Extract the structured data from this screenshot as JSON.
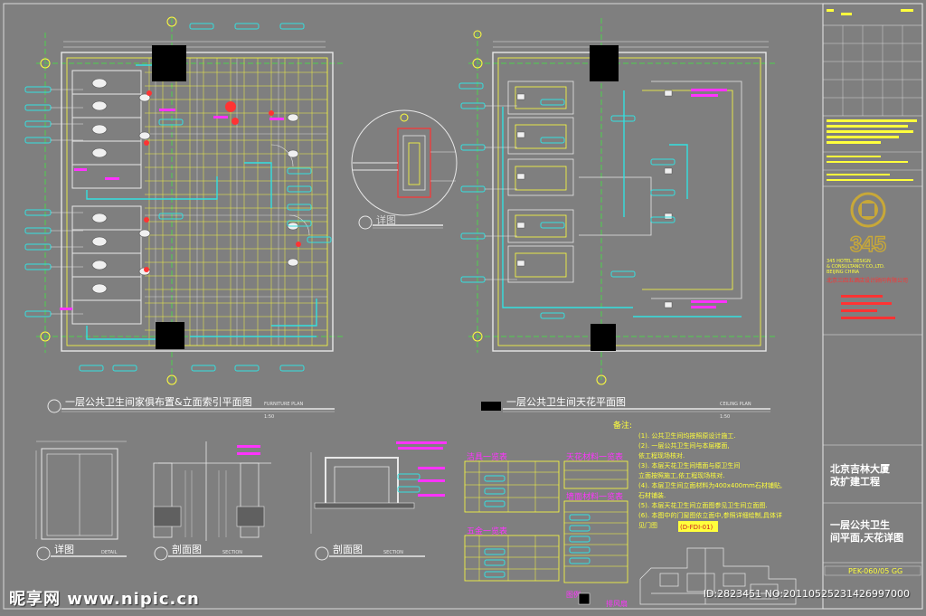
{
  "drawing": {
    "plan1_title": "一层公共卫生间家俱布置&立面索引平面图",
    "plan1_sub": "FURNITURE PLAN",
    "plan1_scale": "1:50",
    "plan2_title": "一层公共卫生间天花平面图",
    "plan2_sub": "CEILING PLAN",
    "plan2_scale": "1:50",
    "detail_label": "详图",
    "detail2_label": "详图",
    "section1_label": "剖面图",
    "section2_label": "剖面图",
    "detail_sub": "DETAIL",
    "section_sub": "SECTION",
    "notes_title": "备注:",
    "notes": [
      "(1). 公共卫生间均按照原设计施工.",
      "(2). 一层公共卫生间与本层楼面,",
      "     依工程现场核对.",
      "(3). 本层天花卫生间墙面与原卫生间",
      "     立面按照施工,依工程现场核对.",
      "(4). 本层卫生间立面材料为400x400mm石材铺贴,",
      "     石材铺装.",
      "(5). 本层天花卫生间立面图参见卫生间立面图.",
      "(6). 本图中的门窗图依立面中,参照详细绘制,具体详",
      "     见门图"
    ],
    "table1_title": "洁具一览表",
    "table2_title": "五金一览表",
    "table3_title": "天花材料一览表",
    "table4_title": "墙面材料一览表",
    "table_ref": "(D-FDI-01)",
    "legend_title": "图例:",
    "legend_item": "排风扇"
  },
  "title_block": {
    "company_line1": "345 HOTEL DESIGN",
    "company_line2": "& CONSULTANCY CO.,LTD.",
    "company_line3": "BEIJING CHINA",
    "company_cn": "北京三四五酒店设计顾问有限公司",
    "logo_text": "345",
    "project_cn": "北京吉林大厦改扩建工程",
    "sheet_cn": "一层公共卫生间平面,天花详图",
    "drawing_no": "PEK-060/05 GG"
  },
  "watermark": {
    "site": "昵享网 www.nipic.cn",
    "id": "ID:2823451 NO:20110525231426997000"
  },
  "colors": {
    "background": "#7f7f7f",
    "line_white": "#e8e8e8",
    "line_yellow": "#ffff3c",
    "line_cyan": "#33e0e0",
    "line_magenta": "#ff33ff",
    "line_green": "#44dd44",
    "line_red": "#ff3333",
    "fill_black": "#000000",
    "title_red": "#cc3333"
  }
}
